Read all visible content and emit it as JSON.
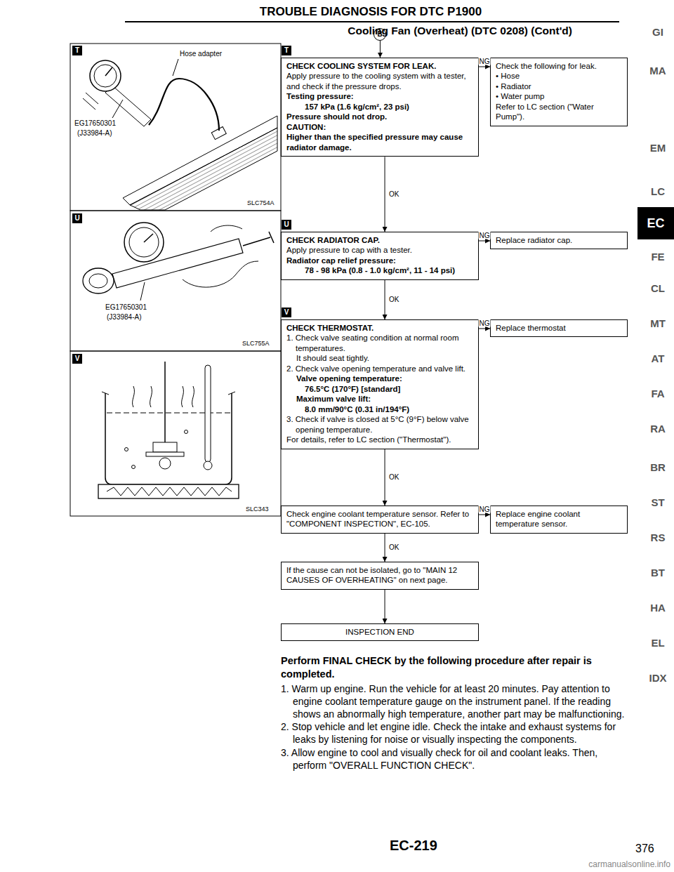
{
  "diagram": {
    "title": "TROUBLE DIAGNOSIS FOR DTC P1900",
    "nodes": [
      {
        "text": [
          "B"
        ]
      },
      {
        "text": [
          "CHECK COOLING SYSTEM FOR LEAK.",
          "Apply pressure to the cooling system with a tester, and check if the pressure drops.",
          "Testing pressure:",
          "157 kPa (1.6 kg/cm², 23 psi)",
          "Pressure should not drop.",
          "CAUTION:",
          "Higher than the specified pressure may cause radiator damage."
        ]
      },
      {
        "text": [
          "Check the following for leak.",
          "• Hose",
          "• Radiator",
          "• Water pump",
          "Refer to LC section (\"Water Pump\")."
        ]
      },
      {
        "text": [
          "CHECK RADIATOR CAP.",
          "Apply pressure to cap with a tester.",
          "Radiator cap relief pressure:",
          "78 - 98 kPa (0.8 - 1.0 kg/cm², 11 - 14 psi)"
        ]
      },
      {
        "text": [
          "Replace radiator cap."
        ]
      },
      {
        "text": [
          "CHECK THERMOSTAT.",
          "1. Check valve seating condition at normal room temperatures.",
          "It should seat tightly.",
          "2. Check valve opening temperature and valve lift.",
          "Valve opening temperature:",
          "76.5°C (170°F) [standard]",
          "Maximum valve lift:",
          "8.0 mm/90°C (0.31 in/194°F)",
          "3. Check if valve is closed at 5°C (9°F) below valve opening temperature.",
          "For details, refer to LC section (\"Thermostat\")."
        ]
      },
      {
        "text": [
          "Replace thermostat"
        ]
      },
      {
        "text": [
          "Check engine coolant temperature sensor. Refer to \"COMPONENT INSPECTION\", EC-105."
        ]
      },
      {
        "text": [
          "Replace engine coolant temperature sensor."
        ]
      },
      {
        "text": [
          "If the cause can not be isolated, go to \"MAIN 12 CAUSES OF OVERHEATING\" on next page."
        ]
      },
      {
        "text": [
          "INSPECTION END"
        ]
      },
      {
        "text": [
          "EC"
        ]
      }
    ],
    "edges": [
      {
        "from": 0,
        "to": 1,
        "arrow": "to"
      },
      {
        "from": 1,
        "to": 2,
        "label": "NG",
        "arrow": "to"
      },
      {
        "from": 1,
        "to": 3,
        "label": "OK",
        "arrow": "to"
      },
      {
        "from": 3,
        "to": 4,
        "label": "NG",
        "arrow": "to"
      },
      {
        "from": 3,
        "to": 5,
        "label": "OK",
        "arrow": "to"
      },
      {
        "from": 5,
        "to": 6,
        "label": "NG",
        "arrow": "to"
      },
      {
        "from": 5,
        "to": 7,
        "label": "OK",
        "arrow": "to"
      },
      {
        "from": 7,
        "to": 8,
        "label": "NG",
        "arrow": "to"
      },
      {
        "from": 7,
        "to": 9,
        "label": "OK",
        "arrow": "to"
      },
      {
        "from": 9,
        "to": 10,
        "arrow": "to"
      }
    ],
    "labels": [
      "Cooling Fan (Overheat) (DTC 0208) (Cont'd)",
      "T",
      "Hose adapter",
      "EG17650301",
      "(J33984-A)",
      "SLC754A",
      "U",
      "EG17650301",
      "(J33984-A)",
      "SLC755A",
      "V",
      "SLC343",
      "T",
      "U",
      "V",
      "GI",
      "MA",
      "EM",
      "LC",
      "FE",
      "CL",
      "MT",
      "AT",
      "FA",
      "RA",
      "BR",
      "ST",
      "RS",
      "BT",
      "HA",
      "EL",
      "IDX",
      "Perform FINAL CHECK by the following procedure after repair is completed.",
      "1. Warm up engine. Run the vehicle for at least 20 minutes. Pay attention to engine coolant temperature gauge on the instrument panel. If the reading shows an abnormally high temperature, another part may be malfunctioning.",
      "2. Stop vehicle and let engine idle. Check the intake and exhaust systems for leaks by listening for noise or visually inspecting the components.",
      "3. Allow engine to cool and visually check for oil and coolant leaks. Then, perform \"OVERALL FUNCTION CHECK\".",
      "EC-219",
      "376",
      "carmanualsonline.info"
    ]
  }
}
